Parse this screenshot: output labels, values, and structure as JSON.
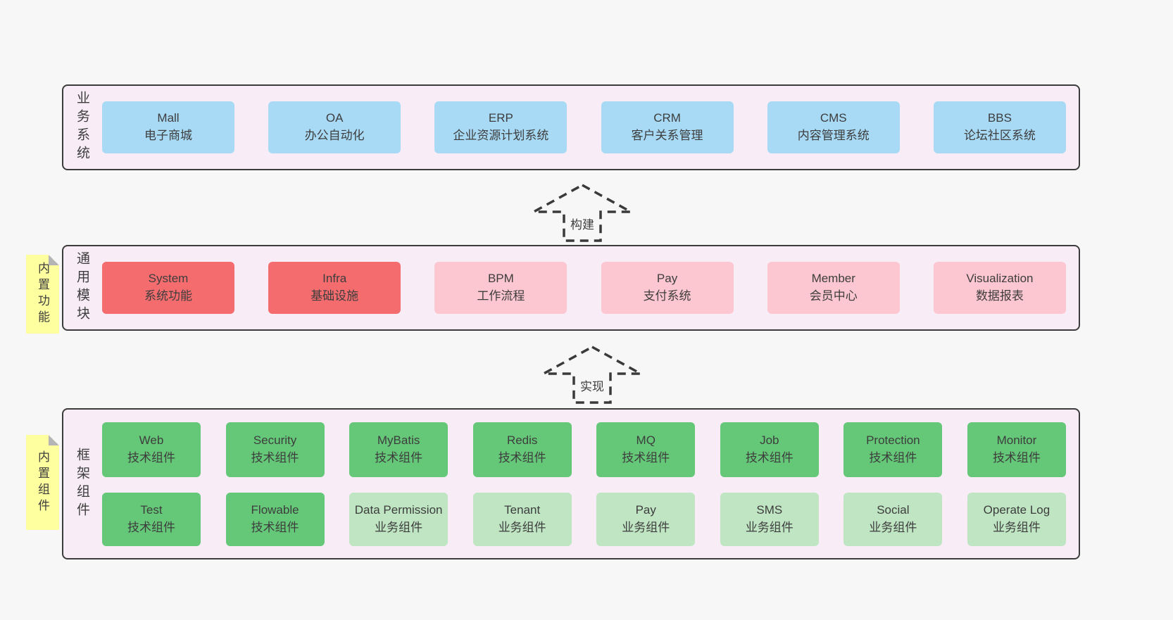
{
  "colors": {
    "page-bg": "#f7f7f7",
    "band-bg": "#f8edf6",
    "line": "#3c3c3c",
    "text": "#3d3d3d",
    "blue": "#a8daf5",
    "red": "#f56c6f",
    "pink": "#fdc7d1",
    "green": "#65c878",
    "lightgreen": "#bfe5c3",
    "sticky": "#feff9e",
    "fold": "#b5b5b5"
  },
  "arrows": [
    {
      "label": "构建"
    },
    {
      "label": "实现"
    }
  ],
  "bands": [
    {
      "label": "业务系统",
      "items": [
        {
          "en": "Mall",
          "zh": "电子商城",
          "variant": "blue"
        },
        {
          "en": "OA",
          "zh": "办公自动化",
          "variant": "blue"
        },
        {
          "en": "ERP",
          "zh": "企业资源计划系统",
          "variant": "blue"
        },
        {
          "en": "CRM",
          "zh": "客户关系管理",
          "variant": "blue"
        },
        {
          "en": "CMS",
          "zh": "内容管理系统",
          "variant": "blue"
        },
        {
          "en": "BBS",
          "zh": "论坛社区系统",
          "variant": "blue"
        }
      ]
    },
    {
      "label": "通用模块",
      "sticky": "内置功能",
      "items": [
        {
          "en": "System",
          "zh": "系统功能",
          "variant": "red"
        },
        {
          "en": "Infra",
          "zh": "基础设施",
          "variant": "red"
        },
        {
          "en": "BPM",
          "zh": "工作流程",
          "variant": "pink"
        },
        {
          "en": "Pay",
          "zh": "支付系统",
          "variant": "pink"
        },
        {
          "en": "Member",
          "zh": "会员中心",
          "variant": "pink"
        },
        {
          "en": "Visualization",
          "zh": "数据报表",
          "variant": "pink"
        }
      ]
    },
    {
      "label": "框架组件",
      "sticky": "内置组件",
      "rows": [
        [
          {
            "en": "Web",
            "zh": "技术组件",
            "variant": "green"
          },
          {
            "en": "Security",
            "zh": "技术组件",
            "variant": "green"
          },
          {
            "en": "MyBatis",
            "zh": "技术组件",
            "variant": "green"
          },
          {
            "en": "Redis",
            "zh": "技术组件",
            "variant": "green"
          },
          {
            "en": "MQ",
            "zh": "技术组件",
            "variant": "green"
          },
          {
            "en": "Job",
            "zh": "技术组件",
            "variant": "green"
          },
          {
            "en": "Protection",
            "zh": "技术组件",
            "variant": "green"
          },
          {
            "en": "Monitor",
            "zh": "技术组件",
            "variant": "green"
          }
        ],
        [
          {
            "en": "Test",
            "zh": "技术组件",
            "variant": "green"
          },
          {
            "en": "Flowable",
            "zh": "技术组件",
            "variant": "green"
          },
          {
            "en": "Data Permission",
            "zh": "业务组件",
            "variant": "lightgreen"
          },
          {
            "en": "Tenant",
            "zh": "业务组件",
            "variant": "lightgreen"
          },
          {
            "en": "Pay",
            "zh": "业务组件",
            "variant": "lightgreen"
          },
          {
            "en": "SMS",
            "zh": "业务组件",
            "variant": "lightgreen"
          },
          {
            "en": "Social",
            "zh": "业务组件",
            "variant": "lightgreen"
          },
          {
            "en": "Operate Log",
            "zh": "业务组件",
            "variant": "lightgreen"
          }
        ]
      ]
    }
  ]
}
